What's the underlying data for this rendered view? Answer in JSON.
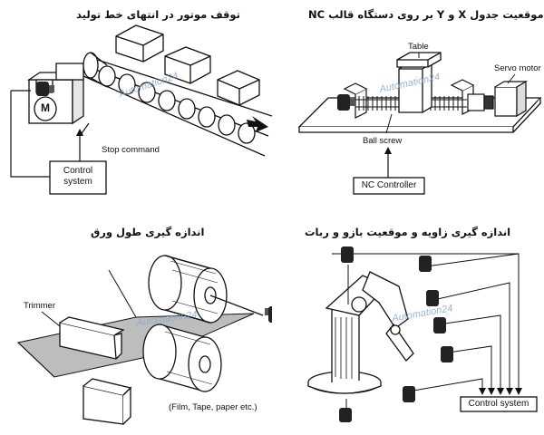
{
  "panels": {
    "motor_stop": {
      "caption": "توقف موتور در انتهای خط تولید",
      "motor_letter": "M",
      "stop_command_label": "Stop command",
      "control_system_label": "Control\nsystem",
      "watermark": "Automation24"
    },
    "nc_table": {
      "caption": "موقعیت جدول X و Y بر روی دستگاه قالب NC",
      "table_label": "Table",
      "servo_motor_label": "Servo motor",
      "ball_screw_label": "Ball screw",
      "nc_controller_label": "NC Controller",
      "watermark": "Automation24"
    },
    "sheet_length": {
      "caption": "اندازه گیری طول ورق",
      "trimmer_label": "Trimmer",
      "materials_label": "(Film, Tape, paper etc.)",
      "watermark": "Automation24"
    },
    "robot_arm": {
      "caption": "اندازه گیری زاویه و موقعیت بازو و ربات",
      "control_system_label": "Control system",
      "watermark": "Automation24"
    }
  },
  "colors": {
    "line": "#111111",
    "encoder": "#222222",
    "watermark": "#8fa6c4"
  }
}
